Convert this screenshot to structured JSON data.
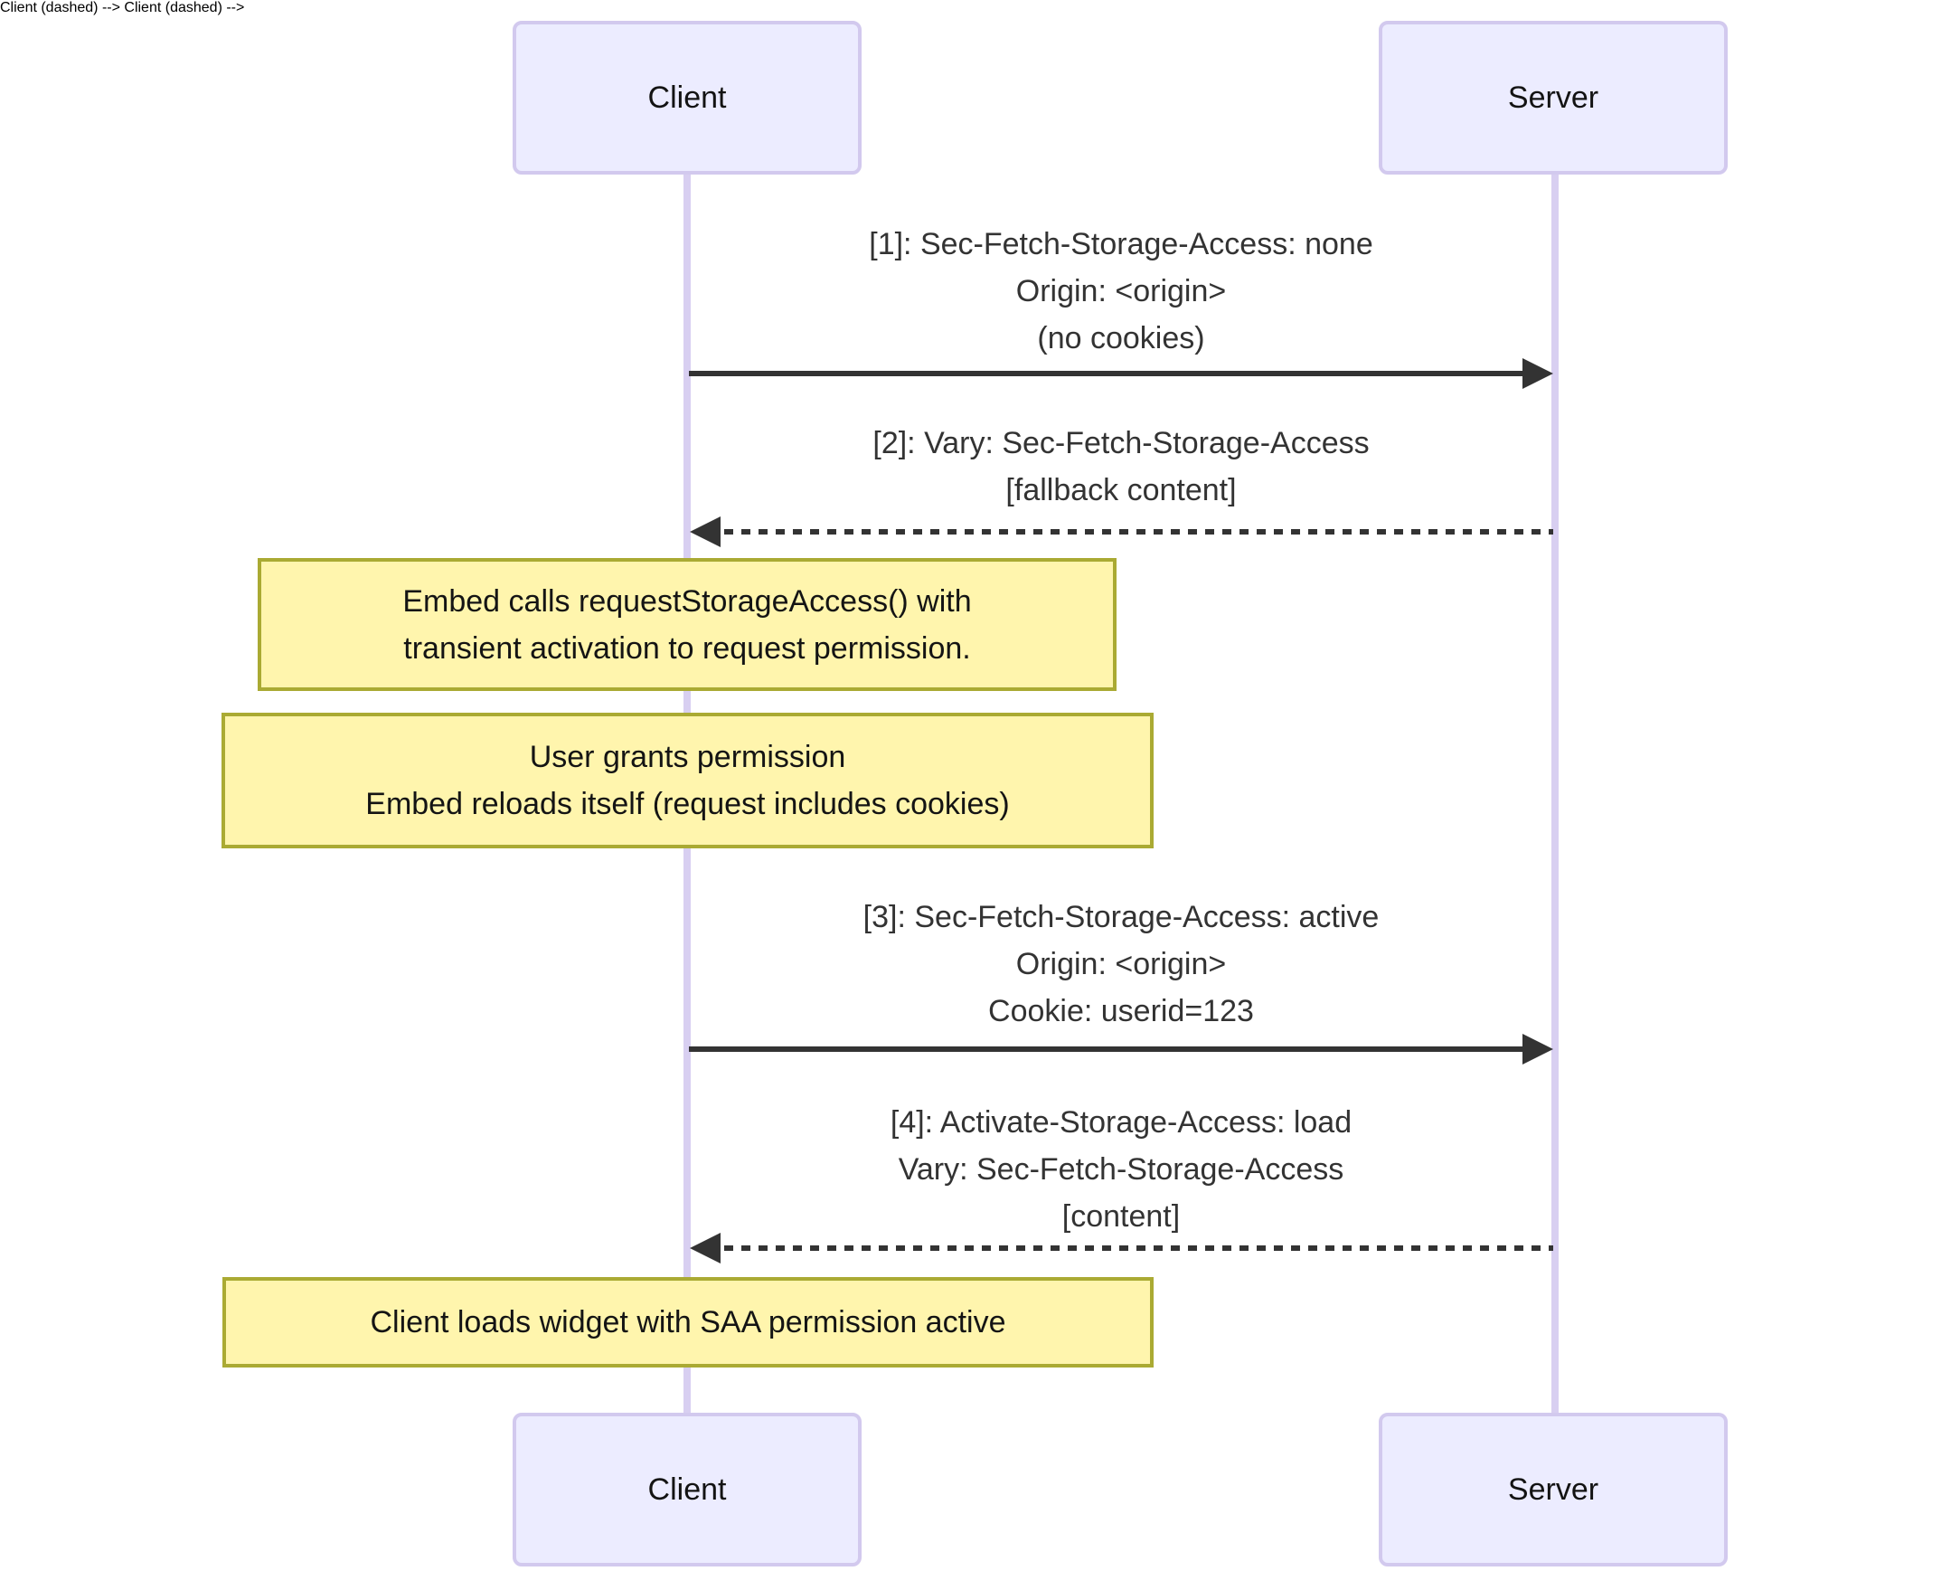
{
  "actors": {
    "client": "Client",
    "server": "Server"
  },
  "messages": [
    {
      "id": 1,
      "type": "solid",
      "direction": "right",
      "from": "Client",
      "to": "Server",
      "lines": [
        "[1]: Sec-Fetch-Storage-Access: none",
        "Origin: <origin>",
        "(no cookies)"
      ]
    },
    {
      "id": 2,
      "type": "dashed",
      "direction": "left",
      "from": "Server",
      "to": "Client",
      "lines": [
        "[2]: Vary: Sec-Fetch-Storage-Access",
        "[fallback content]"
      ]
    },
    {
      "id": 3,
      "type": "solid",
      "direction": "right",
      "from": "Client",
      "to": "Server",
      "lines": [
        "[3]: Sec-Fetch-Storage-Access: active",
        "Origin: <origin>",
        "Cookie: userid=123"
      ]
    },
    {
      "id": 4,
      "type": "dashed",
      "direction": "left",
      "from": "Server",
      "to": "Client",
      "lines": [
        "[4]: Activate-Storage-Access: load",
        "Vary: Sec-Fetch-Storage-Access",
        "[content]"
      ]
    }
  ],
  "notes": [
    {
      "lines": [
        "Embed calls requestStorageAccess() with",
        "transient activation to request permission."
      ]
    },
    {
      "lines": [
        "User grants permission",
        "Embed reloads itself (request includes cookies)"
      ]
    },
    {
      "lines": [
        "Client loads widget with SAA permission active"
      ]
    }
  ],
  "colors": {
    "actor_fill": "#ececff",
    "actor_border": "#d2c9ee",
    "lifeline": "#d8cff1",
    "note_fill": "#fff5ad",
    "note_border": "#aaaa33",
    "arrow": "#333333",
    "background": "#ffffff"
  }
}
